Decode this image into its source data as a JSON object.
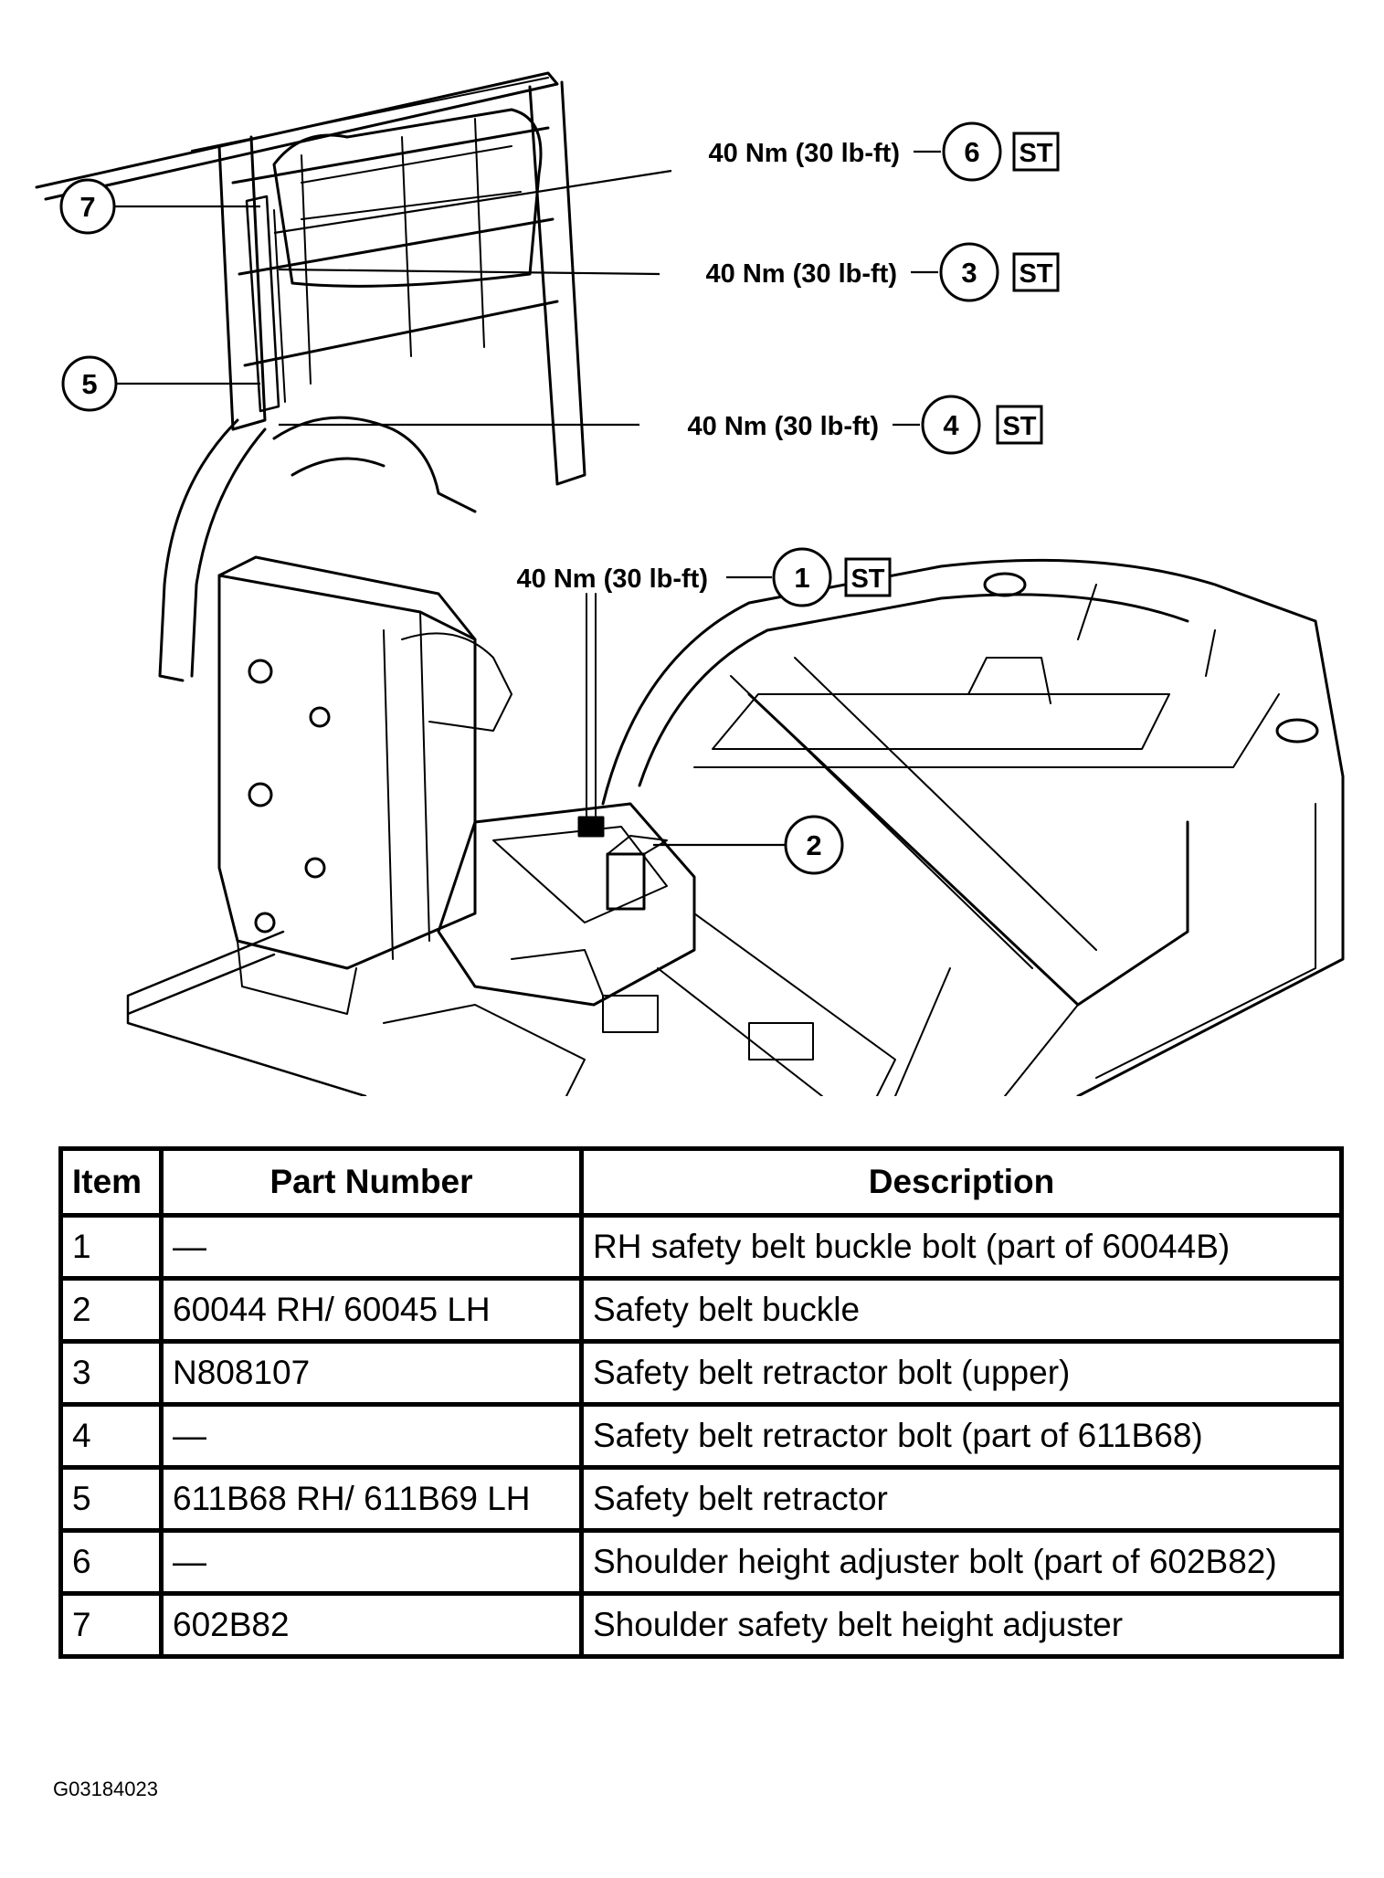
{
  "callouts": [
    {
      "item": "6",
      "torque": "40 Nm (30 lb-ft)",
      "tag": "ST"
    },
    {
      "item": "3",
      "torque": "40 Nm (30 lb-ft)",
      "tag": "ST"
    },
    {
      "item": "4",
      "torque": "40 Nm (30 lb-ft)",
      "tag": "ST"
    },
    {
      "item": "1",
      "torque": "40 Nm (30 lb-ft)",
      "tag": "ST"
    },
    {
      "item": "7"
    },
    {
      "item": "5"
    },
    {
      "item": "2"
    }
  ],
  "table": {
    "headers": {
      "item": "Item",
      "part": "Part Number",
      "desc": "Description"
    },
    "rows": [
      {
        "item": "1",
        "part": "—",
        "desc": "RH safety belt buckle bolt (part of 60044B)"
      },
      {
        "item": "2",
        "part": "60044 RH/ 60045 LH",
        "desc": "Safety belt buckle"
      },
      {
        "item": "3",
        "part": "N808107",
        "desc": "Safety belt retractor bolt (upper)"
      },
      {
        "item": "4",
        "part": "—",
        "desc": "Safety belt retractor bolt (part of 611B68)"
      },
      {
        "item": "5",
        "part": "611B68 RH/ 611B69 LH",
        "desc": "Safety belt retractor"
      },
      {
        "item": "6",
        "part": "—",
        "desc": "Shoulder height adjuster bolt (part of 602B82)"
      },
      {
        "item": "7",
        "part": "602B82",
        "desc": "Shoulder safety belt height adjuster"
      }
    ]
  },
  "figure_id": "G03184023"
}
